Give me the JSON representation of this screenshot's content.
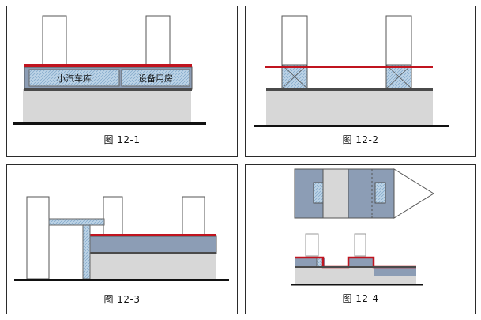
{
  "figures": [
    {
      "caption": "图 12-1",
      "labels": [
        "小汽车库",
        "设备用房"
      ]
    },
    {
      "caption": "图 12-2"
    },
    {
      "caption": "图 12-3"
    },
    {
      "caption": "图 12-4"
    }
  ],
  "colors": {
    "roof_red": "#c0141f",
    "basement_blue": "#8c9db5",
    "hatch_blue": "#bcd3e6",
    "ground_gray": "#d7d7d7",
    "ground_line": "#111111",
    "slab_dark": "#4a4a4a"
  }
}
